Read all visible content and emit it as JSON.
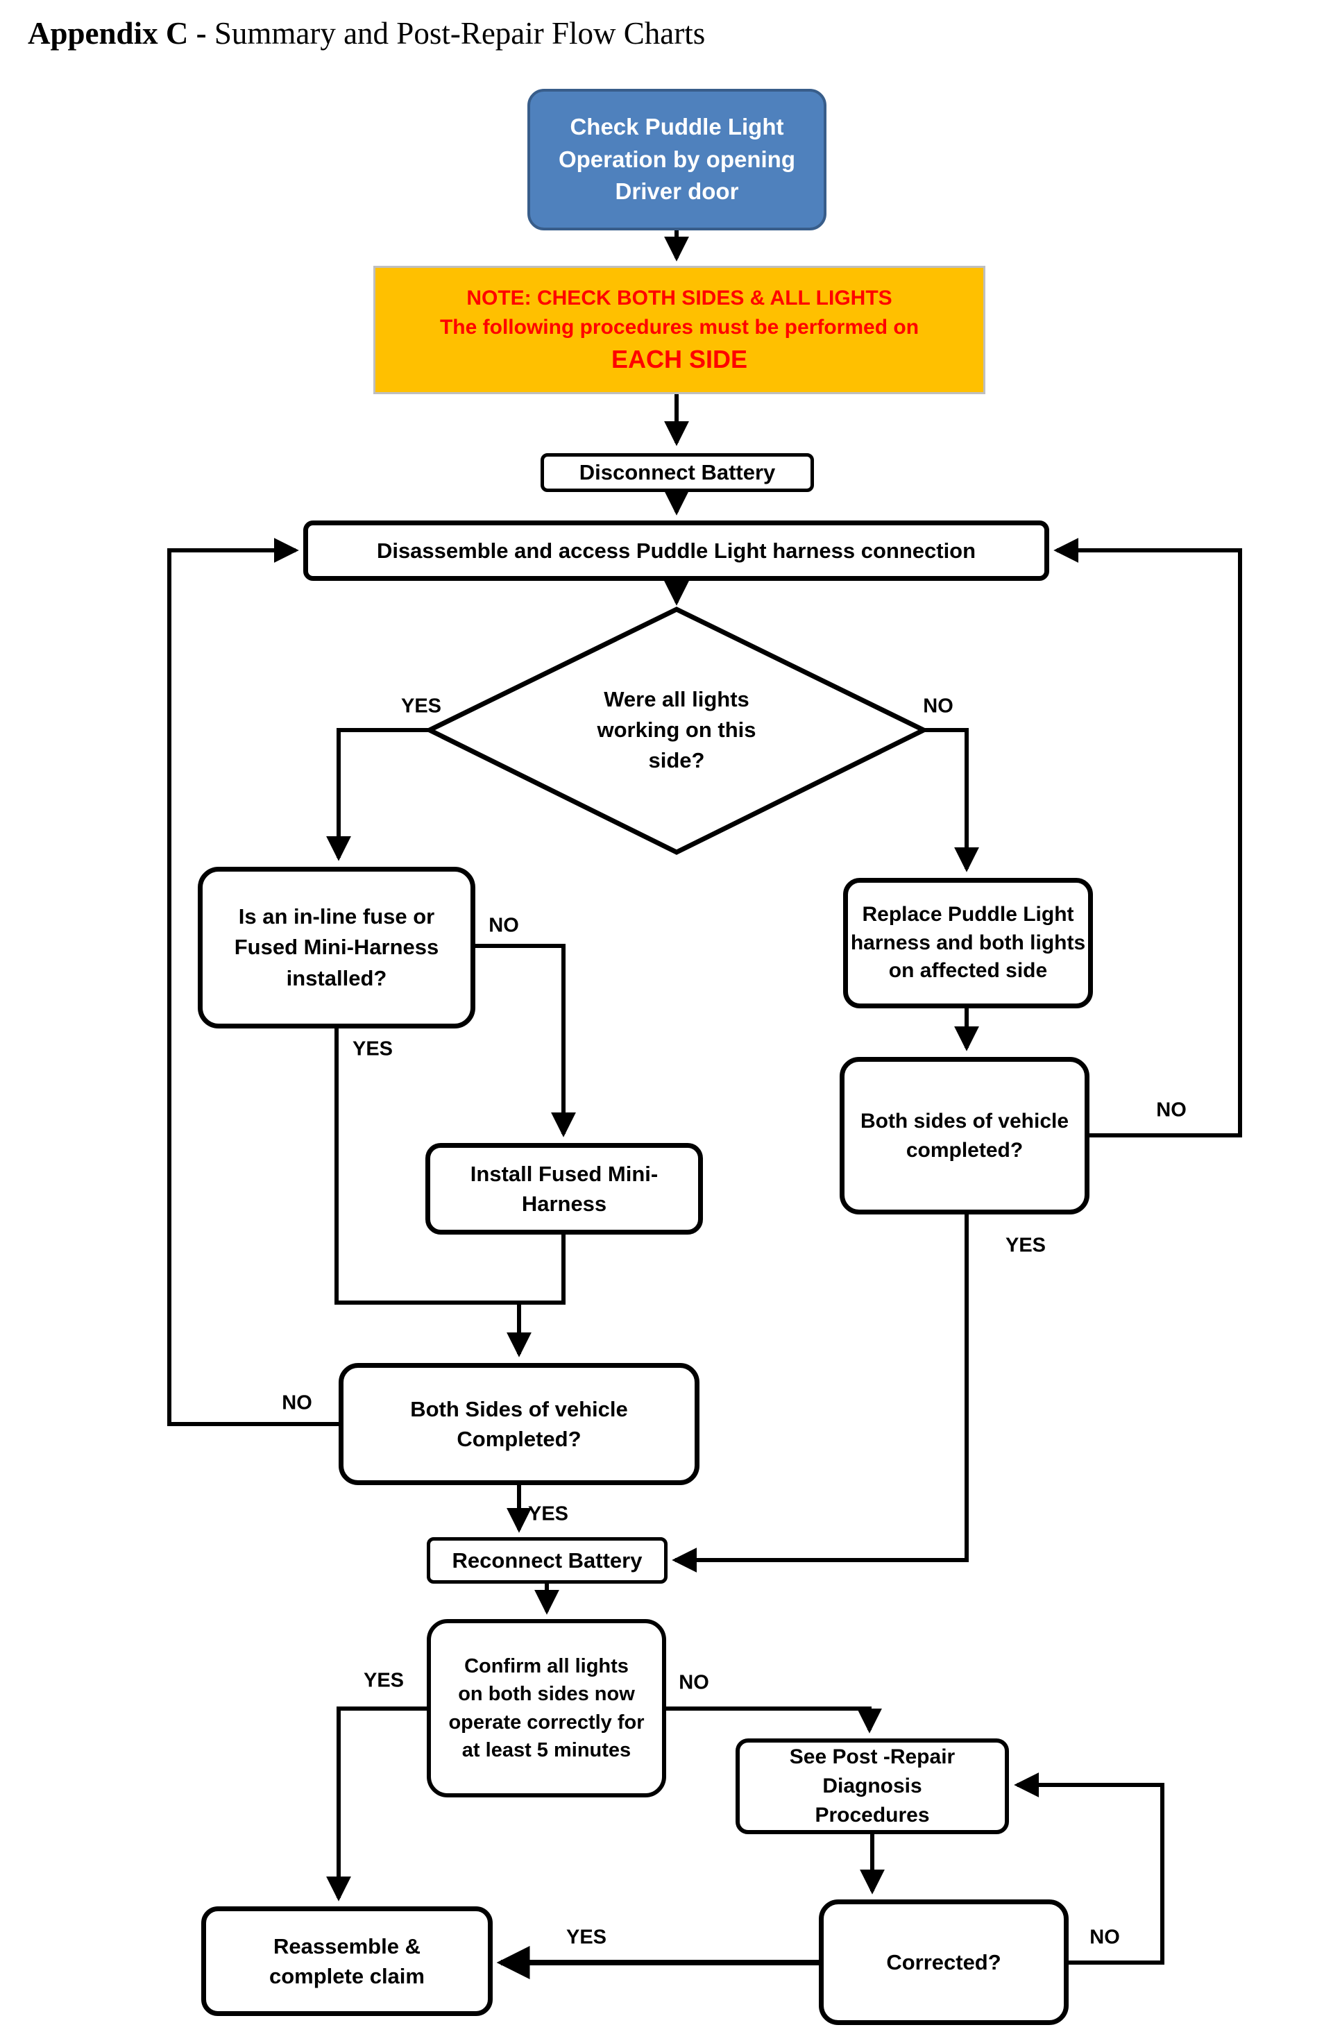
{
  "page": {
    "title_bold": "Appendix C - ",
    "title_rest": "Summary and Post-Repair Flow Charts"
  },
  "colors": {
    "start_fill": "#4f81bd",
    "start_border": "#385d8a",
    "note_fill": "#ffc000",
    "note_border": "#bfbfbf",
    "note_text": "#ff0000",
    "line": "#000000"
  },
  "nodes": {
    "check_puddle": {
      "text": "Check Puddle Light\nOperation by opening\nDriver door"
    },
    "note": {
      "line1": "NOTE: CHECK BOTH SIDES & ALL LIGHTS",
      "line2": "The following procedures must be performed on",
      "line3": "EACH SIDE"
    },
    "disconnect_battery": {
      "text": "Disconnect Battery"
    },
    "disassemble": {
      "text": "Disassemble and access Puddle Light harness connection"
    },
    "lights_working_decision": {
      "text": "Were all lights\nworking on this\nside?"
    },
    "fuse_installed_decision": {
      "text": "Is an in-line fuse or\nFused Mini-Harness\ninstalled?"
    },
    "replace_harness": {
      "text": "Replace Puddle Light\nharness and both lights\non affected side"
    },
    "both_sides_right_decision": {
      "text": "Both sides of vehicle\ncompleted?"
    },
    "install_mini_harness": {
      "text": "Install Fused Mini-\nHarness"
    },
    "both_sides_left_decision": {
      "text": "Both Sides of vehicle\nCompleted?"
    },
    "reconnect_battery": {
      "text": "Reconnect Battery"
    },
    "confirm_lights": {
      "text": "Confirm all lights\non both sides now\noperate correctly for\nat least 5 minutes"
    },
    "post_repair_diagnosis": {
      "text": "See Post -Repair Diagnosis\nProcedures"
    },
    "corrected_decision": {
      "text": "Corrected?"
    },
    "reassemble": {
      "text": "Reassemble &\ncomplete claim"
    }
  },
  "labels": {
    "diamond_yes": "YES",
    "diamond_no": "NO",
    "fuse_no": "NO",
    "fuse_yes": "YES",
    "both_right_no": "NO",
    "both_right_yes": "YES",
    "both_left_no": "NO",
    "both_left_yes": "YES",
    "confirm_yes": "YES",
    "confirm_no": "NO",
    "corrected_yes": "YES",
    "corrected_no": "NO"
  }
}
